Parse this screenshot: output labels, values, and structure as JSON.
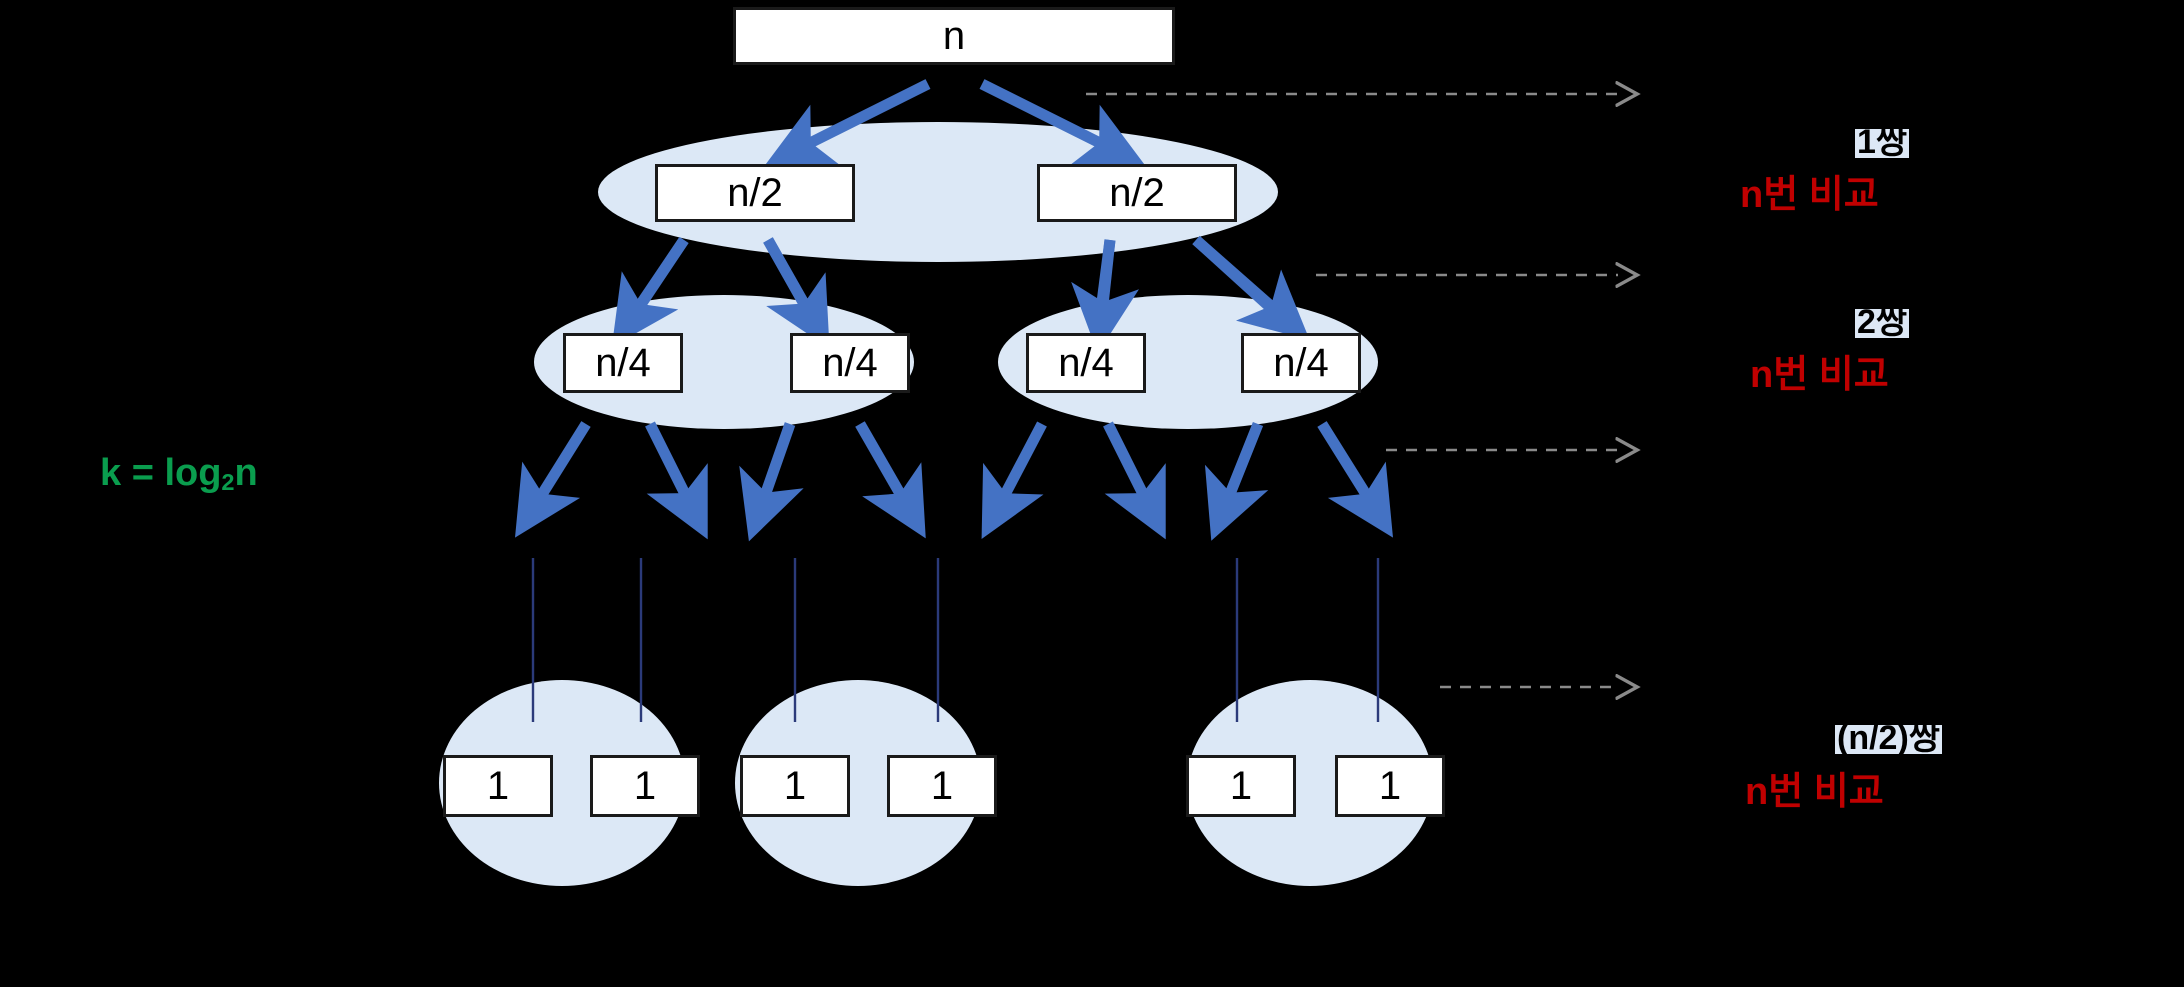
{
  "diagram": {
    "title": "Merge sort recursion tree with per-level comparison cost",
    "background_color": "#000000",
    "accent_blue": "#4472C4",
    "ellipse_fill": "#dce8f6",
    "box_fill": "#ffffff",
    "box_border": "#1a1a1a",
    "label_red": "#c00000",
    "label_green": "#0a9d4e",
    "dashed_gray": "#808080",
    "tag_highlight": "#dde8f6"
  },
  "depth_label": {
    "text": "k = log",
    "subscript": "2",
    "suffix": "n",
    "full": "k = log2n"
  },
  "levels": [
    {
      "id": "level-0",
      "node_labels": [
        "n"
      ],
      "pair_tag": "1쌍",
      "comparison_label": "n번 비교"
    },
    {
      "id": "level-1",
      "node_labels": [
        "n/2",
        "n/2"
      ],
      "pair_tag": "2쌍",
      "comparison_label": "n번 비교"
    },
    {
      "id": "level-2",
      "node_labels": [
        "n/4",
        "n/4",
        "n/4",
        "n/4"
      ],
      "pair_tag": "",
      "comparison_label": ""
    },
    {
      "id": "level-leaf",
      "node_labels": [
        "1",
        "1",
        "1",
        "1",
        "1",
        "1"
      ],
      "pair_tag": "(n/2)쌍",
      "comparison_label": "n번 비교"
    }
  ],
  "nodes": {
    "root": {
      "label": "n"
    },
    "half_left": {
      "label": "n/2"
    },
    "half_right": {
      "label": "n/2"
    },
    "quarter_1": {
      "label": "n/4"
    },
    "quarter_2": {
      "label": "n/4"
    },
    "quarter_3": {
      "label": "n/4"
    },
    "quarter_4": {
      "label": "n/4"
    },
    "leaf_1": {
      "label": "1"
    },
    "leaf_2": {
      "label": "1"
    },
    "leaf_3": {
      "label": "1"
    },
    "leaf_4": {
      "label": "1"
    },
    "leaf_5": {
      "label": "1"
    },
    "leaf_6": {
      "label": "1"
    }
  },
  "annotations": {
    "pair_tags": [
      "1쌍",
      "2쌍",
      "(n/2)쌍"
    ],
    "comparison_labels": [
      "n번 비교",
      "n번 비교",
      "n번 비교"
    ]
  },
  "dashed_arrows_count": 4
}
